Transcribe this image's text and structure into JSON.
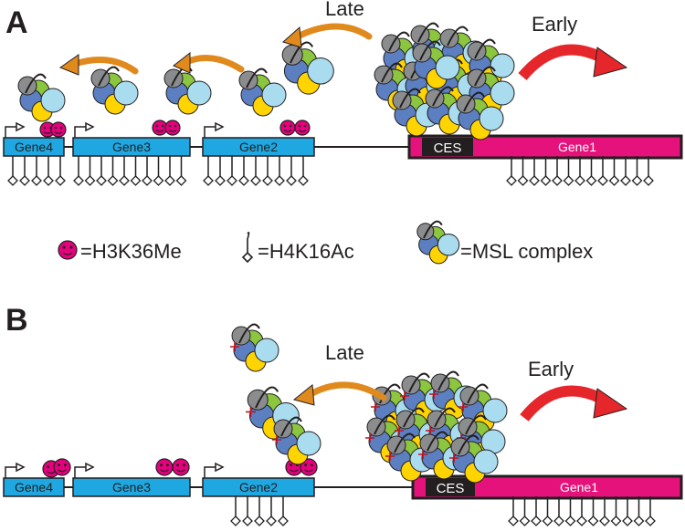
{
  "panels": {
    "a": {
      "label": "A",
      "late": "Late",
      "early": "Early",
      "genes": [
        "Gene4",
        "Gene3",
        "Gene2",
        "Gene1"
      ],
      "ces": "CES"
    },
    "b": {
      "label": "B",
      "late": "Late",
      "early": "Early",
      "genes": [
        "Gene4",
        "Gene3",
        "Gene2",
        "Gene1"
      ],
      "ces": "CES"
    }
  },
  "legend": {
    "h3k36me": "=H3K36Me",
    "h4k16ac": "=H4K16Ac",
    "msl": "=MSL complex"
  },
  "colors": {
    "gene_blue": "#1ea7e0",
    "gene1_magenta": "#e4127a",
    "ces_black": "#231f20",
    "late_arrow": "#e08a1e",
    "early_arrow": "#e5262b",
    "msl_gray": "#8a8c8e",
    "msl_blue": "#5b7fc1",
    "msl_green": "#8cc63f",
    "msl_yellow": "#ffd400",
    "msl_lightblue": "#a9dcef",
    "h3k36_pink": "#e6007e"
  }
}
